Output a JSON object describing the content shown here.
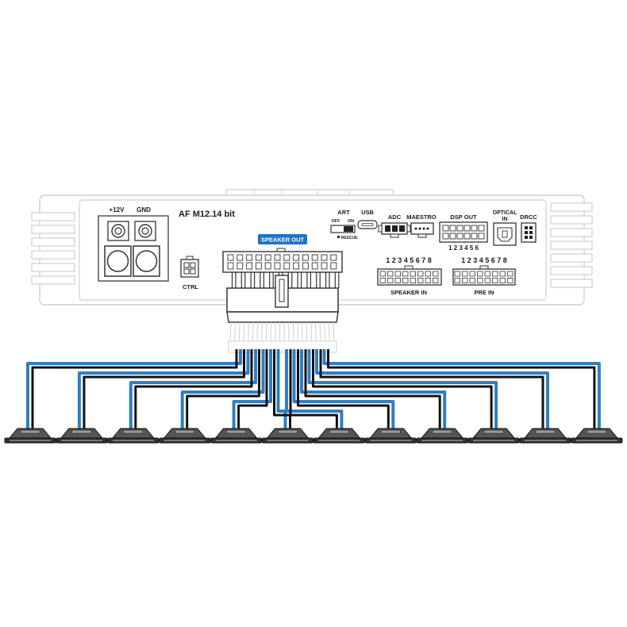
{
  "diagram": {
    "model": "AF M12.14 bit",
    "terminals": {
      "plus12v": "+12V",
      "gnd": "GND"
    },
    "ctrl": "CTRL",
    "speaker_out": "SPEAKER OUT",
    "art": {
      "title": "ART",
      "off": "OFF",
      "on": "ON",
      "rescue": "RESCUE"
    },
    "usb": "USB",
    "adc": "ADC",
    "maestro": "MAESTRO",
    "dsp_out": {
      "title": "DSP OUT",
      "numbers": "1 2 3 4 5 6"
    },
    "optical_in": {
      "line1": "OPTICAL",
      "line2": "IN"
    },
    "drcc": "DRCC",
    "speaker_in": {
      "title": "SPEAKER IN",
      "numbers": "1 2 3 4 5 6 7 8"
    },
    "pre_in": {
      "title": "PRE IN",
      "numbers": "1 2 3 4 5 6 7 8"
    },
    "speaker_count": 12,
    "colors": {
      "wire_blue": "#2f7fc1",
      "wire_black": "#111111",
      "badge": "#1e73c9",
      "outline": "#cfcfcf"
    }
  }
}
